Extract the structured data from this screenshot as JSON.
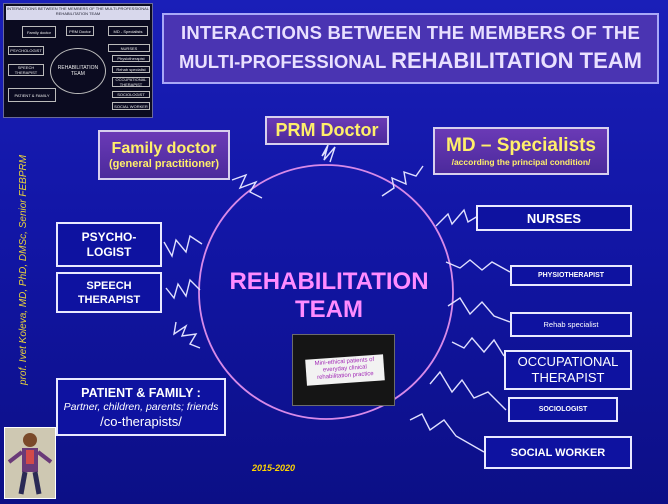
{
  "title": {
    "line1": "INTERACTIONS BETWEEN THE MEMBERS OF THE",
    "line2_prefix": "MULTI-PROFESSIONAL",
    "line2_suffix": "REHABILITATION TEAM"
  },
  "author": "prof. Ivet Koleva, MD, PhD, DMSc, Senior FEBPRM",
  "center": {
    "line1": "REHABILITATION",
    "line2": "TEAM"
  },
  "years": "2015-2020",
  "boxes": {
    "prm": {
      "label": "PRM Doctor"
    },
    "family_doctor": {
      "label": "Family doctor",
      "sub": "(general practitioner)"
    },
    "md_specialists": {
      "label": "MD – Specialists",
      "sub": "/according the principal condition/"
    },
    "psychologist": {
      "line1": "PSYCHO-",
      "line2": "LOGIST"
    },
    "speech": {
      "line1": "SPEECH",
      "line2": "THERAPIST"
    },
    "patient": {
      "label": "PATIENT  & FAMILY :",
      "sub": "Partner, children, parents; friends",
      "sub2": "/co-therapists/"
    },
    "nurses": {
      "label": "NURSES"
    },
    "physio": {
      "label": "PHYSIOTHERAPIST"
    },
    "rehab": {
      "label": "Rehab specialist"
    },
    "ot": {
      "line1": "OCCUPATIONAL",
      "line2": "THERAPIST"
    },
    "sociologist": {
      "label": "SOCIOLOGIST"
    },
    "social_worker": {
      "label": "SOCIAL WORKER"
    }
  },
  "video_note": "Mini-ethical patients of everyday clinical rehabilitation practice",
  "thumbnail": {
    "title": "INTERACTIONS BETWEEN THE MEMBERS OF THE MULTI-PROFESSIONAL REHABILITATION TEAM",
    "prm": "PRM Doctor",
    "md": "MD - Specialists",
    "family": "Family doctor",
    "psych": "PSYCHOLOGIST",
    "speech": "SPEECH THERAPIST",
    "patient": "PATIENT & FAMILY",
    "nurses": "NURSES",
    "physio": "Physiotherapist",
    "rehab": "Rehab specialist",
    "ot": "OCCUPATIONAL THERAPIST",
    "socio": "SOCIOLOGIST",
    "sw": "SOCIAL WORKER",
    "center": "REHABILITATION TEAM"
  },
  "colors": {
    "background": "#1216a6",
    "purple_box": "#5a32a8",
    "circle": "#d88ae8",
    "title_text": "#ffef6a",
    "center_text": "#ff8bff"
  }
}
